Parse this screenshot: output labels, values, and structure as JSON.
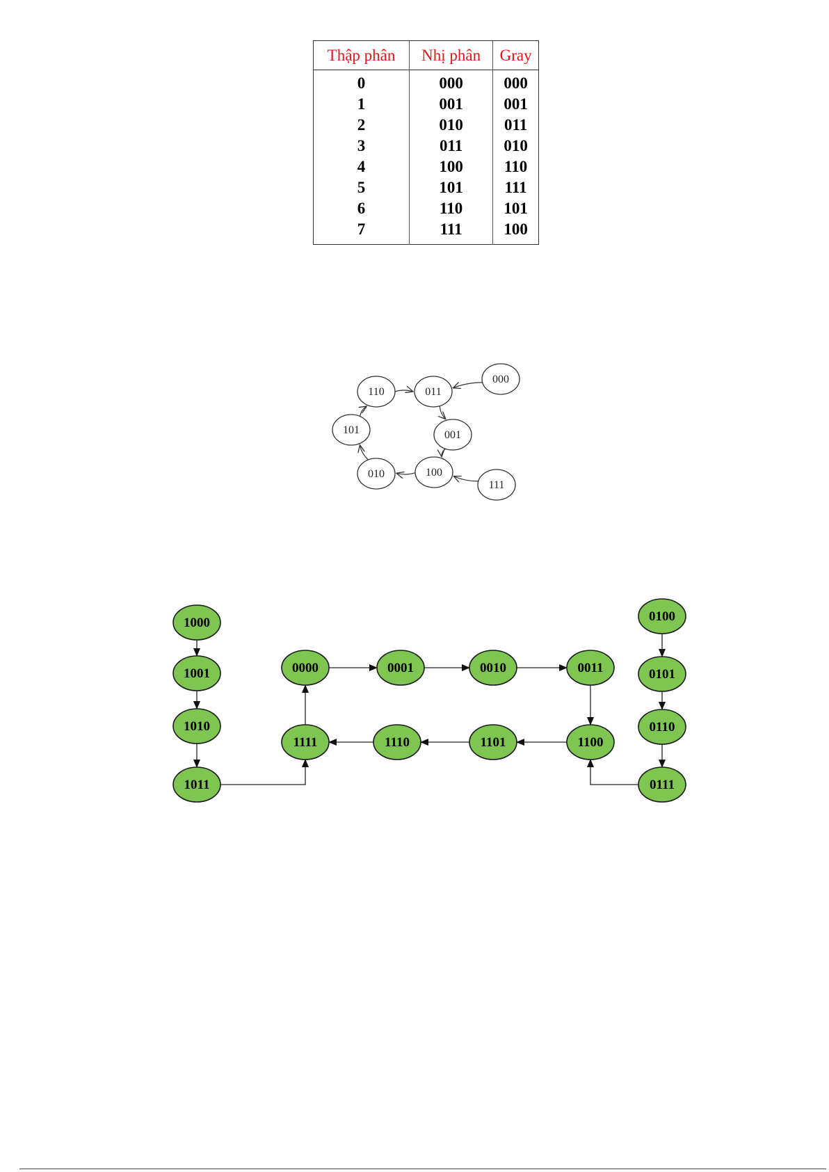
{
  "table": {
    "headers": [
      "Thập phân",
      "Nhị phân",
      "Gray"
    ],
    "rows": [
      [
        "0",
        "000",
        "000"
      ],
      [
        "1",
        "001",
        "001"
      ],
      [
        "2",
        "010",
        "011"
      ],
      [
        "3",
        "011",
        "010"
      ],
      [
        "4",
        "100",
        "110"
      ],
      [
        "5",
        "101",
        "111"
      ],
      [
        "6",
        "110",
        "101"
      ],
      [
        "7",
        "111",
        "100"
      ]
    ]
  },
  "diagram1": {
    "states": [
      "110",
      "011",
      "000",
      "101",
      "001",
      "010",
      "100",
      "111"
    ],
    "transitions": [
      [
        "000",
        "011"
      ],
      [
        "011",
        "001"
      ],
      [
        "001",
        "100"
      ],
      [
        "111",
        "100"
      ],
      [
        "100",
        "010"
      ],
      [
        "010",
        "101"
      ],
      [
        "101",
        "110"
      ],
      [
        "110",
        "011"
      ]
    ]
  },
  "diagram2": {
    "states": [
      "1000",
      "1001",
      "1010",
      "1011",
      "0000",
      "0001",
      "0010",
      "0011",
      "1111",
      "1110",
      "1101",
      "1100",
      "0100",
      "0101",
      "0110",
      "0111"
    ],
    "transitions": [
      [
        "1000",
        "1001"
      ],
      [
        "1001",
        "1010"
      ],
      [
        "1010",
        "1011"
      ],
      [
        "1011",
        "1111"
      ],
      [
        "1111",
        "0000"
      ],
      [
        "0000",
        "0001"
      ],
      [
        "0001",
        "0010"
      ],
      [
        "0010",
        "0011"
      ],
      [
        "0011",
        "1100"
      ],
      [
        "1100",
        "1101"
      ],
      [
        "1101",
        "1110"
      ],
      [
        "1110",
        "1111"
      ],
      [
        "0100",
        "0101"
      ],
      [
        "0101",
        "0110"
      ],
      [
        "0110",
        "0111"
      ],
      [
        "0111",
        "1100"
      ]
    ]
  }
}
